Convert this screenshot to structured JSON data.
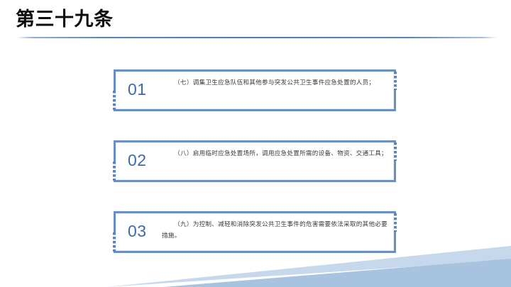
{
  "slide": {
    "title": "第三十九条",
    "background_color": "#ffffff",
    "accent_color": "#5b83b8",
    "number_color": "#3e6ba5",
    "border_color": "#6b90c0",
    "text_color": "#3a3a3a"
  },
  "cards": [
    {
      "number": "01",
      "text": "（七）调集卫生应急队伍和其他参与突发公共卫生事件应急处置的人员；"
    },
    {
      "number": "02",
      "text": "（八）启用临时应急处置场所，调用应急处置所需的设备、物资、交通工具；"
    },
    {
      "number": "03",
      "text": "（九）为控制、减轻和消除突发公共卫生事件的危害需要依法采取的其他必要措施。"
    }
  ],
  "decoration": {
    "band_light_color": "#c5d8ec",
    "band_dark_color": "#a8c3e0"
  }
}
